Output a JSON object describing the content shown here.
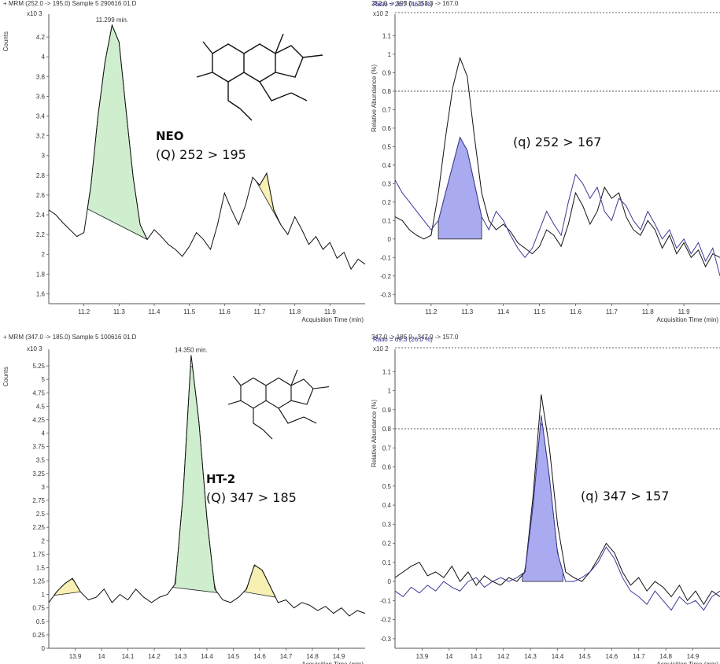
{
  "chart_data": [
    {
      "type": "line",
      "header": "+ MRM (252.0 -> 195.0) Sample 5 290616 01.D",
      "ylabel": "Counts",
      "xlabel": "Acquisition Time (min)",
      "yscale": "x10 3",
      "peak_label": "11.299 min.",
      "compound": "NEO",
      "transition": "(Q) 252 > 195",
      "xlim": [
        11.1,
        12.0
      ],
      "ylim": [
        1.5,
        4.4
      ],
      "xticks": [
        "11.2",
        "11.3",
        "11.4",
        "11.5",
        "11.6",
        "11.7",
        "11.8",
        "11.9"
      ],
      "yticks": [
        "1.6",
        "1.8",
        "2",
        "2.2",
        "2.4",
        "2.6",
        "2.8",
        "3",
        "3.2",
        "3.4",
        "3.6",
        "3.8",
        "4",
        "4.2"
      ],
      "x": [
        11.1,
        11.12,
        11.14,
        11.16,
        11.18,
        11.2,
        11.22,
        11.24,
        11.26,
        11.28,
        11.3,
        11.32,
        11.34,
        11.36,
        11.38,
        11.4,
        11.42,
        11.44,
        11.46,
        11.48,
        11.5,
        11.52,
        11.54,
        11.56,
        11.58,
        11.6,
        11.62,
        11.64,
        11.66,
        11.68,
        11.7,
        11.72,
        11.74,
        11.76,
        11.78,
        11.8,
        11.82,
        11.84,
        11.86,
        11.88,
        11.9,
        11.92,
        11.94,
        11.96,
        11.98,
        12.0
      ],
      "y": [
        2.45,
        2.4,
        2.32,
        2.25,
        2.18,
        2.22,
        2.7,
        3.4,
        3.95,
        4.32,
        4.15,
        3.45,
        2.78,
        2.3,
        2.15,
        2.25,
        2.18,
        2.1,
        2.05,
        1.98,
        2.08,
        2.22,
        2.15,
        2.05,
        2.3,
        2.62,
        2.45,
        2.3,
        2.5,
        2.78,
        2.7,
        2.82,
        2.45,
        2.3,
        2.2,
        2.38,
        2.25,
        2.1,
        2.18,
        2.05,
        2.12,
        1.96,
        2.02,
        1.85,
        1.95,
        1.9
      ],
      "shaded": [
        {
          "from": 11.21,
          "to": 11.38,
          "color": "#cfeecd"
        },
        {
          "from": 11.69,
          "to": 11.76,
          "color": "#f7f0b2"
        }
      ]
    },
    {
      "type": "line",
      "header": "252.0 -> 195.0 , 252.0 -> 167.0",
      "ratio": "Ratio = 26.7 (46.0 %)",
      "ylabel": "Relative Abundance (%)",
      "xlabel": "Acquisition Time (min)",
      "yscale": "x10 2",
      "transition": "(q) 252 > 167",
      "xlim": [
        11.1,
        12.0
      ],
      "ylim": [
        -0.35,
        1.2
      ],
      "xticks": [
        "11.2",
        "11.3",
        "11.4",
        "11.5",
        "11.6",
        "11.7",
        "11.8",
        "11.9"
      ],
      "yticks": [
        "-0.3",
        "-0.2",
        "-0.1",
        "0",
        "0.1",
        "0.2",
        "0.3",
        "0.4",
        "0.5",
        "0.6",
        "0.7",
        "0.8",
        "0.9",
        "1",
        "1.1"
      ],
      "x": [
        11.1,
        11.12,
        11.14,
        11.16,
        11.18,
        11.2,
        11.22,
        11.24,
        11.26,
        11.28,
        11.3,
        11.32,
        11.34,
        11.36,
        11.38,
        11.4,
        11.42,
        11.44,
        11.46,
        11.48,
        11.5,
        11.52,
        11.54,
        11.56,
        11.58,
        11.6,
        11.62,
        11.64,
        11.66,
        11.68,
        11.7,
        11.72,
        11.74,
        11.76,
        11.78,
        11.8,
        11.82,
        11.84,
        11.86,
        11.88,
        11.9,
        11.92,
        11.94,
        11.96,
        11.98,
        12.0
      ],
      "series": [
        {
          "name": "252.0 -> 195.0",
          "color": "#111111",
          "values": [
            0.12,
            0.1,
            0.05,
            0.02,
            0.0,
            0.02,
            0.25,
            0.55,
            0.82,
            0.98,
            0.88,
            0.55,
            0.25,
            0.1,
            0.05,
            0.08,
            0.04,
            -0.02,
            -0.05,
            -0.08,
            -0.04,
            0.05,
            0.02,
            -0.04,
            0.08,
            0.25,
            0.18,
            0.08,
            0.15,
            0.28,
            0.22,
            0.25,
            0.12,
            0.05,
            0.02,
            0.1,
            0.05,
            -0.05,
            0.02,
            -0.08,
            -0.02,
            -0.1,
            -0.06,
            -0.15,
            -0.08,
            -0.1
          ]
        },
        {
          "name": "252.0 -> 167.0",
          "color": "#3a3a96",
          "values": [
            0.32,
            0.25,
            0.2,
            0.15,
            0.1,
            0.05,
            0.1,
            0.25,
            0.4,
            0.55,
            0.48,
            0.3,
            0.12,
            0.05,
            0.15,
            0.1,
            0.02,
            -0.05,
            -0.1,
            -0.05,
            0.05,
            0.15,
            0.08,
            0.02,
            0.2,
            0.35,
            0.3,
            0.22,
            0.28,
            0.15,
            0.1,
            0.22,
            0.18,
            0.1,
            0.05,
            0.15,
            0.08,
            0.0,
            0.05,
            -0.05,
            0.0,
            -0.08,
            -0.02,
            -0.12,
            -0.05,
            -0.2
          ]
        }
      ],
      "ref_lines": [
        0.8,
        1.2
      ],
      "shaded": [
        {
          "from": 11.22,
          "to": 11.34,
          "color": "#aaaaf0"
        }
      ]
    },
    {
      "type": "line",
      "header": "+ MRM (347.0 -> 185.0) Sample 5 100616 01.D",
      "ylabel": "Counts",
      "xlabel": "Acquisition Time (min)",
      "yscale": "x10 3",
      "peak_label": "14.350 min.",
      "compound": "HT-2",
      "transition": "(Q) 347 > 185",
      "xlim": [
        13.8,
        15.0
      ],
      "ylim": [
        0,
        5.5
      ],
      "xticks": [
        "13.9",
        "14",
        "14.1",
        "14.2",
        "14.3",
        "14.4",
        "14.5",
        "14.6",
        "14.7",
        "14.8",
        "14.9"
      ],
      "yticks": [
        "0",
        "0.25",
        "0.5",
        "0.75",
        "1",
        "1.25",
        "1.5",
        "1.75",
        "2",
        "2.25",
        "2.5",
        "2.75",
        "3",
        "3.25",
        "3.5",
        "3.75",
        "4",
        "4.25",
        "4.5",
        "4.75",
        "5",
        "5.25"
      ],
      "x": [
        13.8,
        13.83,
        13.86,
        13.89,
        13.92,
        13.95,
        13.98,
        14.01,
        14.04,
        14.07,
        14.1,
        14.13,
        14.16,
        14.19,
        14.22,
        14.25,
        14.28,
        14.31,
        14.34,
        14.37,
        14.4,
        14.43,
        14.46,
        14.49,
        14.52,
        14.55,
        14.58,
        14.61,
        14.64,
        14.67,
        14.7,
        14.73,
        14.76,
        14.79,
        14.82,
        14.85,
        14.88,
        14.91,
        14.94,
        14.97,
        15.0
      ],
      "y": [
        0.85,
        1.05,
        1.2,
        1.3,
        1.05,
        0.9,
        0.95,
        1.1,
        0.85,
        1.0,
        0.9,
        1.1,
        0.95,
        0.85,
        0.95,
        1.0,
        1.2,
        2.9,
        5.45,
        4.2,
        2.4,
        1.1,
        0.9,
        0.85,
        0.95,
        1.1,
        1.55,
        1.45,
        1.15,
        0.85,
        0.9,
        0.75,
        0.85,
        0.8,
        0.7,
        0.78,
        0.65,
        0.75,
        0.6,
        0.7,
        0.65
      ],
      "shaded": [
        {
          "from": 13.82,
          "to": 13.92,
          "color": "#f7f0b2"
        },
        {
          "from": 14.27,
          "to": 14.44,
          "color": "#cfeecd"
        },
        {
          "from": 14.54,
          "to": 14.66,
          "color": "#f7f0b2"
        }
      ]
    },
    {
      "type": "line",
      "header": "347.0 -> 185.0 , 347.0 -> 157.0",
      "ratio": "Ratio = 69.3 (26.0 %)",
      "ylabel": "Relative Abundance (%)",
      "xlabel": "Acquisition Time (min)",
      "yscale": "x10 2",
      "transition": "(q) 347 > 157",
      "xlim": [
        13.8,
        15.0
      ],
      "ylim": [
        -0.35,
        1.2
      ],
      "xticks": [
        "13.9",
        "14",
        "14.1",
        "14.2",
        "14.3",
        "14.4",
        "14.5",
        "14.6",
        "14.7",
        "14.8",
        "14.9"
      ],
      "yticks": [
        "-0.3",
        "-0.2",
        "-0.1",
        "0",
        "0.1",
        "0.2",
        "0.3",
        "0.4",
        "0.5",
        "0.6",
        "0.7",
        "0.8",
        "0.9",
        "1",
        "1.1"
      ],
      "x": [
        13.8,
        13.83,
        13.86,
        13.89,
        13.92,
        13.95,
        13.98,
        14.01,
        14.04,
        14.07,
        14.1,
        14.13,
        14.16,
        14.19,
        14.22,
        14.25,
        14.28,
        14.31,
        14.34,
        14.37,
        14.4,
        14.43,
        14.46,
        14.49,
        14.52,
        14.55,
        14.58,
        14.61,
        14.64,
        14.67,
        14.7,
        14.73,
        14.76,
        14.79,
        14.82,
        14.85,
        14.88,
        14.91,
        14.94,
        14.97,
        15.0
      ],
      "series": [
        {
          "name": "347.0 -> 185.0",
          "color": "#111111",
          "values": [
            0.02,
            0.05,
            0.08,
            0.1,
            0.03,
            0.05,
            0.02,
            0.08,
            0.0,
            0.05,
            -0.02,
            0.03,
            0.0,
            -0.02,
            0.02,
            0.0,
            0.05,
            0.45,
            0.98,
            0.7,
            0.3,
            0.05,
            0.02,
            0.0,
            0.05,
            0.12,
            0.2,
            0.15,
            0.05,
            -0.02,
            0.02,
            -0.05,
            0.0,
            -0.03,
            -0.08,
            -0.02,
            -0.1,
            -0.05,
            -0.12,
            -0.05,
            -0.08
          ]
        },
        {
          "name": "347.0 -> 157.0",
          "color": "#3a3a96",
          "values": [
            -0.05,
            -0.08,
            -0.03,
            -0.06,
            -0.02,
            -0.05,
            0.0,
            -0.03,
            -0.05,
            0.0,
            0.02,
            -0.03,
            0.0,
            0.02,
            0.0,
            0.02,
            0.05,
            0.4,
            0.87,
            0.55,
            0.15,
            0.0,
            0.0,
            0.02,
            0.05,
            0.1,
            0.18,
            0.12,
            0.02,
            -0.05,
            -0.08,
            -0.12,
            -0.05,
            -0.1,
            -0.15,
            -0.08,
            -0.12,
            -0.1,
            -0.15,
            -0.08,
            -0.05
          ]
        }
      ],
      "ref_lines": [
        0.8,
        1.2
      ],
      "shaded": [
        {
          "from": 14.27,
          "to": 14.42,
          "color": "#aaaaf0"
        }
      ]
    }
  ]
}
